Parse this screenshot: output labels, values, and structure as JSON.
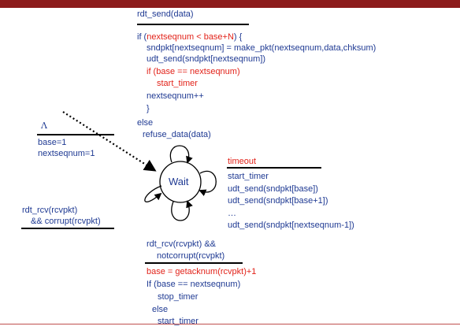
{
  "colors": {
    "accent_red": "#e2231a",
    "text_blue": "#1f3a93",
    "topbar": "#8c1b1b"
  },
  "state": {
    "label": "Wait"
  },
  "send_event": {
    "trigger": "rdt_send(data)",
    "lines": [
      {
        "text": "if (nextseqnum < base+N) {",
        "parts": [
          "if (",
          "nextseqnum < base+N",
          ") {"
        ]
      },
      "sndpkt[nextseqnum] = make_pkt(nextseqnum,data,chksum)",
      "udt_send(sndpkt[nextseqnum])",
      "if (base == nextseqnum)",
      "start_timer",
      "nextseqnum++",
      "}",
      "else",
      "refuse_data(data)"
    ]
  },
  "init": {
    "trigger": "Λ",
    "lines": [
      "base=1",
      "nextseqnum=1"
    ]
  },
  "timeout_event": {
    "trigger": "timeout",
    "lines": [
      "start_timer",
      "udt_send(sndpkt[base])",
      "udt_send(sndpkt[base+1])",
      "…",
      "udt_send(sndpkt[nextseqnum-1])"
    ]
  },
  "corrupt_event": {
    "lines": [
      "rdt_rcv(rcvpkt)",
      "&& corrupt(rcvpkt)"
    ]
  },
  "ack_event": {
    "trigger_lines": [
      "rdt_rcv(rcvpkt) &&",
      "notcorrupt(rcvpkt)"
    ],
    "lines": [
      "base = getacknum(rcvpkt)+1",
      "If (base == nextseqnum)",
      "stop_timer",
      "else",
      "start_timer"
    ]
  }
}
